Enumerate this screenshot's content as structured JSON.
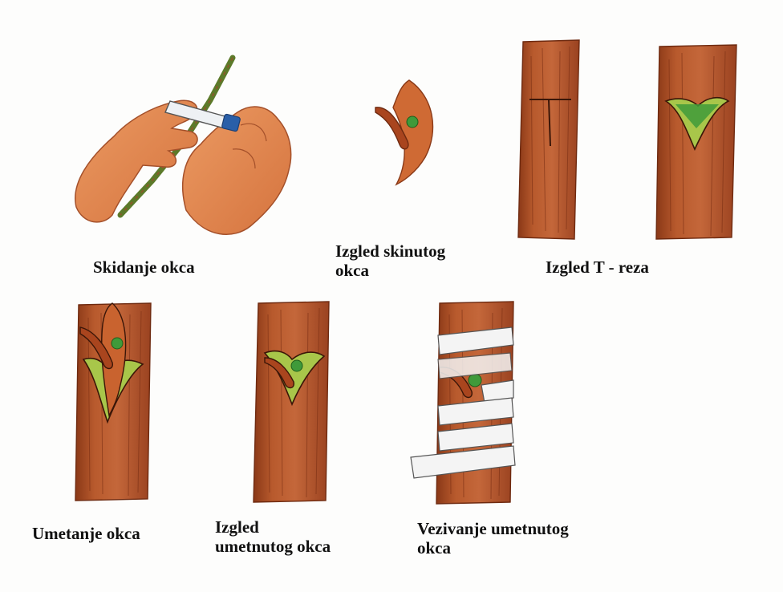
{
  "figure": {
    "panels": [
      {
        "id": "removing-bud",
        "caption_lines": [
          "Skidanje okca"
        ]
      },
      {
        "id": "removed-bud",
        "caption_lines": [
          "Izgled skinutog",
          "okca"
        ]
      },
      {
        "id": "t-cut",
        "caption_lines": [
          "Izgled T - reza"
        ]
      },
      {
        "id": "inserting-bud",
        "caption_lines": [
          "Umetanje okca"
        ]
      },
      {
        "id": "inserted-bud",
        "caption_lines": [
          "Izgled",
          "umetnutog okca"
        ]
      },
      {
        "id": "tying-bud",
        "caption_lines": [
          "Vezivanje umetnutog",
          "okca"
        ]
      }
    ]
  },
  "colors": {
    "bark": "#b5542a",
    "bark_dark": "#7a2f14",
    "skin": "#e1874f",
    "bud_green": "#3f9a3a",
    "leaf_light": "#a8c64a",
    "knife_blue": "#2a5fa8",
    "tape": "#f4f4f4"
  }
}
